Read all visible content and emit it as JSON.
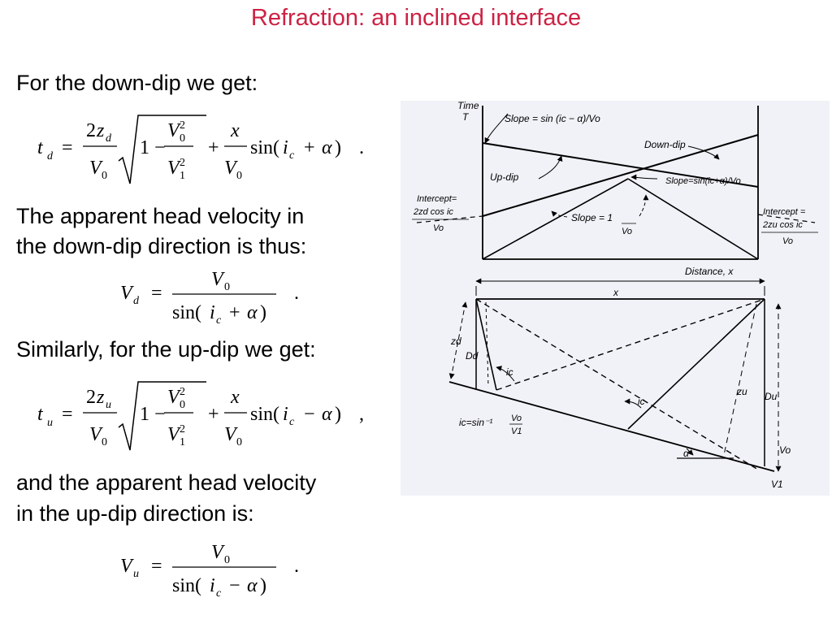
{
  "slide": {
    "title": "Refraction: an inclined interface",
    "para_downdip": "For the down-dip we get:",
    "para_vd_line1": "The apparent head velocity in",
    "para_vd_line2": "the down-dip direction is thus:",
    "para_updip": "Similarly, for the up-dip we get:",
    "para_vu_line1": "and the apparent head velocity",
    "para_vu_line2": "in the up-dip direction is:"
  },
  "equations": {
    "td": {
      "lhs": "t",
      "lhs_sub": "d",
      "num_coef": "2",
      "num_var": "z",
      "num_sub": "d",
      "den_var": "V",
      "den_sub": "0",
      "one_minus": "1 −",
      "inner_num_var": "V",
      "inner_num_sub": "0",
      "inner_num_sup": "2",
      "inner_den_var": "V",
      "inner_den_sub": "1",
      "inner_den_sup": "2",
      "plus": "+",
      "x_num": "x",
      "x_den_var": "V",
      "x_den_sub": "0",
      "sin_open": "sin(",
      "ic_var": "i",
      "ic_sub": "c",
      "op": "+",
      "alpha": "α",
      "close": ")",
      "end_punct": "."
    },
    "vd": {
      "lhs": "V",
      "lhs_sub": "d",
      "num_var": "V",
      "num_sub": "0",
      "sin_open": "sin(",
      "ic_var": "i",
      "ic_sub": "c",
      "op": "+",
      "alpha": "α",
      "close": ")",
      "end_punct": "."
    },
    "tu": {
      "lhs": "t",
      "lhs_sub": "u",
      "num_coef": "2",
      "num_var": "z",
      "num_sub": "u",
      "den_var": "V",
      "den_sub": "0",
      "one_minus": "1 −",
      "inner_num_var": "V",
      "inner_num_sub": "0",
      "inner_num_sup": "2",
      "inner_den_var": "V",
      "inner_den_sub": "1",
      "inner_den_sup": "2",
      "plus": "+",
      "x_num": "x",
      "x_den_var": "V",
      "x_den_sub": "0",
      "sin_open": "sin(",
      "ic_var": "i",
      "ic_sub": "c",
      "op": "−",
      "alpha": "α",
      "close": ")",
      "end_punct": ","
    },
    "vu": {
      "lhs": "V",
      "lhs_sub": "u",
      "num_var": "V",
      "num_sub": "0",
      "sin_open": "sin(",
      "ic_var": "i",
      "ic_sub": "c",
      "op": "−",
      "alpha": "α",
      "close": ")",
      "end_punct": "."
    }
  },
  "figure": {
    "time_axis": "Time",
    "time_symbol": "T",
    "slope_top": "Slope = sin (ic − α)/Vo",
    "down_dip": "Down-dip",
    "up_dip": "Up-dip",
    "slope_right": "Slope=sin(ic+α)/Vo",
    "intercept_left_1": "Intercept=",
    "intercept_left_2": "2zd cos ic",
    "intercept_left_3": "Vo",
    "intercept_right_1": "Intercept =",
    "intercept_right_2": "2zu cos ic",
    "intercept_right_3": "Vo",
    "slope_mid": "Slope = 1",
    "slope_mid_den": "Vo",
    "distance": "Distance, x",
    "x_label": "x",
    "zd": "zd",
    "Dd": "Dd",
    "ic_left": "ic",
    "ic_mid": "ic",
    "zu": "zu",
    "Du": "Du",
    "ic_formula": "ic=sin⁻¹",
    "ic_formula_num": "Vo",
    "ic_formula_den": "V1",
    "alpha": "α",
    "v0": "Vo",
    "v1": "V1"
  }
}
